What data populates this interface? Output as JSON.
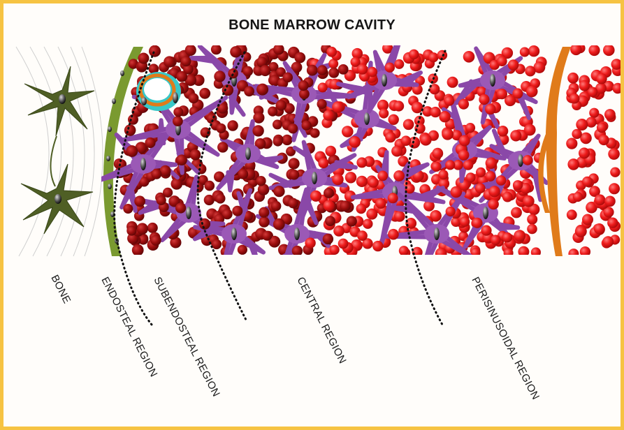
{
  "title": "BONE MARROW CAVITY",
  "regions": [
    {
      "id": "bone",
      "label": "BONE"
    },
    {
      "id": "endosteal",
      "label": "ENDOSTEAL REGION"
    },
    {
      "id": "subendosteal",
      "label": "SUBENDOSTEAL REGION"
    },
    {
      "id": "central",
      "label": "CENTRAL REGION"
    },
    {
      "id": "perisinusoidal",
      "label": "PERISINUSOIDAL REGION"
    }
  ],
  "colors": {
    "frame": "#f6c342",
    "bone_cell": "#4a5a22",
    "endosteum": "#7a9a30",
    "dark_rbc": "#9a0d0d",
    "bright_rbc": "#ee1c1c",
    "stromal": "#9b59b6",
    "vessel": "#e07b1a",
    "niche_ring": "#38c8c8"
  }
}
